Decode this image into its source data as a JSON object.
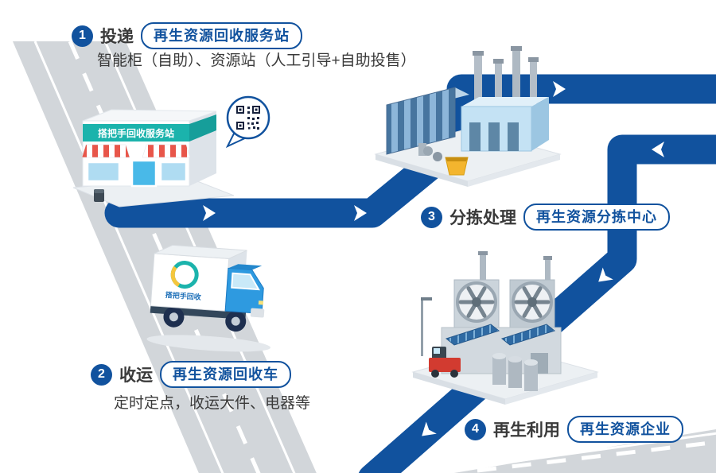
{
  "diagram": {
    "steps": [
      {
        "number": "1",
        "title": "投递",
        "pill": "再生资源回收服务站",
        "desc": "智能柜（自助）、资源站（人工引导+自助投售）"
      },
      {
        "number": "2",
        "title": "收运",
        "pill": "再生资源回收车",
        "desc": "定时定点，收运大件、电器等"
      },
      {
        "number": "3",
        "title": "分拣处理",
        "pill": "再生资源分拣中心",
        "desc": ""
      },
      {
        "number": "4",
        "title": "再生利用",
        "pill": "再生资源企业",
        "desc": ""
      }
    ],
    "store": {
      "sign_text": "搭把手回收服务站"
    },
    "truck": {
      "logo_text": "搭把手回收"
    },
    "icons": {
      "qr-code-icon": "▦",
      "flow-arrow-icon": "❯"
    },
    "colors": {
      "flow-blue": "#11529E",
      "road-gray": "#D2D6DA",
      "accent-teal": "#1BB3AC",
      "awning-red": "#E8564A",
      "truck-blue": "#2E9AE0",
      "bin-yellow": "#F3B52E",
      "text-dark": "#3A3A3A"
    }
  }
}
